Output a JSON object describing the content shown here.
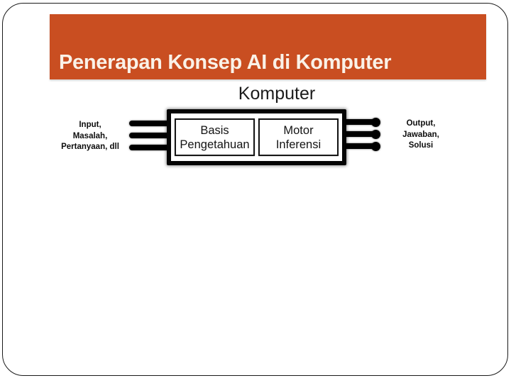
{
  "slide": {
    "title": "Penerapan Konsep AI di Komputer",
    "diagram_heading": "Komputer"
  },
  "diagram": {
    "input_label": "Input,\nMasalah,\nPertanyaan, dll",
    "input_arrow_count": 3,
    "komputer_box": {
      "knowledge_base_label": "Basis\nPengetahuan",
      "inference_engine_label": "Motor\nInferensi"
    },
    "output_arrow_count": 3,
    "output_label": "Output,\nJawaban,\nSolusi"
  },
  "colors": {
    "accent_orange": "#C94E21",
    "title_text": "#FAF2E8",
    "ink": "#0a0a0a"
  }
}
